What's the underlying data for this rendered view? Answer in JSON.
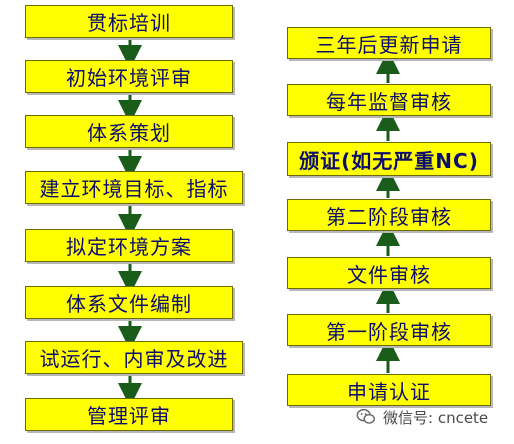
{
  "left_flow": [
    "贯标培训",
    "初始环境评审",
    "体系策划",
    "建立环境目标、指标",
    "拟定环境方案",
    "体系文件编制",
    "试运行、内审及改进",
    "管理评审"
  ],
  "right_flow": [
    "申请认证",
    "第一阶段审核",
    "文件审核",
    "第二阶段审核",
    "颁证(如无严重NC)",
    "每年监督审核",
    "三年后更新申请"
  ],
  "colors": {
    "box_fill": "#ffff00",
    "box_border": "#6b6b00",
    "text": "#0d0d6e",
    "arrow": "#1a5c1a"
  },
  "icons": {
    "watermark": "wechat-icon"
  },
  "watermark_text": "微信号: cncete"
}
